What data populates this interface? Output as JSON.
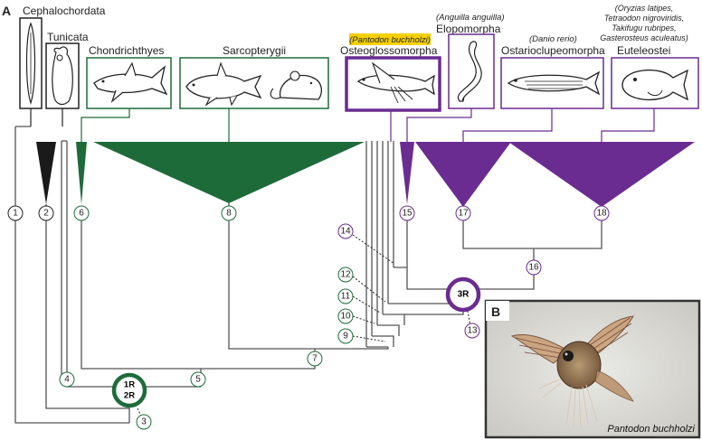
{
  "panel_labels": {
    "a": "A",
    "b": "B"
  },
  "colors": {
    "green": "#1e6b3a",
    "purple": "#6a2c91",
    "black": "#1a1a1a",
    "gray": "#555555",
    "highlight": "#f5d000"
  },
  "taxa": {
    "cephalochordata": "Cephalochordata",
    "tunicata": "Tunicata",
    "chondrichthyes": "Chondrichthyes",
    "sarcopterygii": "Sarcopterygii",
    "osteoglossomorpha": "Osteoglossomorpha",
    "osteo_species": "(Pantodon buchholzi)",
    "elopomorpha": "Elopomorpha",
    "elopo_species": "(Anguilla anguilla)",
    "ostario": "Ostarioclupeomorpha",
    "ostario_species": "(Danio rerio)",
    "euteleostei": "Euteleostei",
    "eutel_species": [
      "(Oryzias latipes,",
      "Tetraodon nigroviridis,",
      "Takifugu rubripes,",
      "Gasterosteus aculeatus)"
    ]
  },
  "wgd_events": {
    "vertebrate": [
      "1R",
      "2R"
    ],
    "teleost": "3R"
  },
  "nodes": [
    "1",
    "2",
    "3",
    "4",
    "5",
    "6",
    "7",
    "8",
    "9",
    "10",
    "11",
    "12",
    "13",
    "14",
    "15",
    "16",
    "17",
    "18"
  ],
  "photo_caption": "Pantodon buchholzi"
}
